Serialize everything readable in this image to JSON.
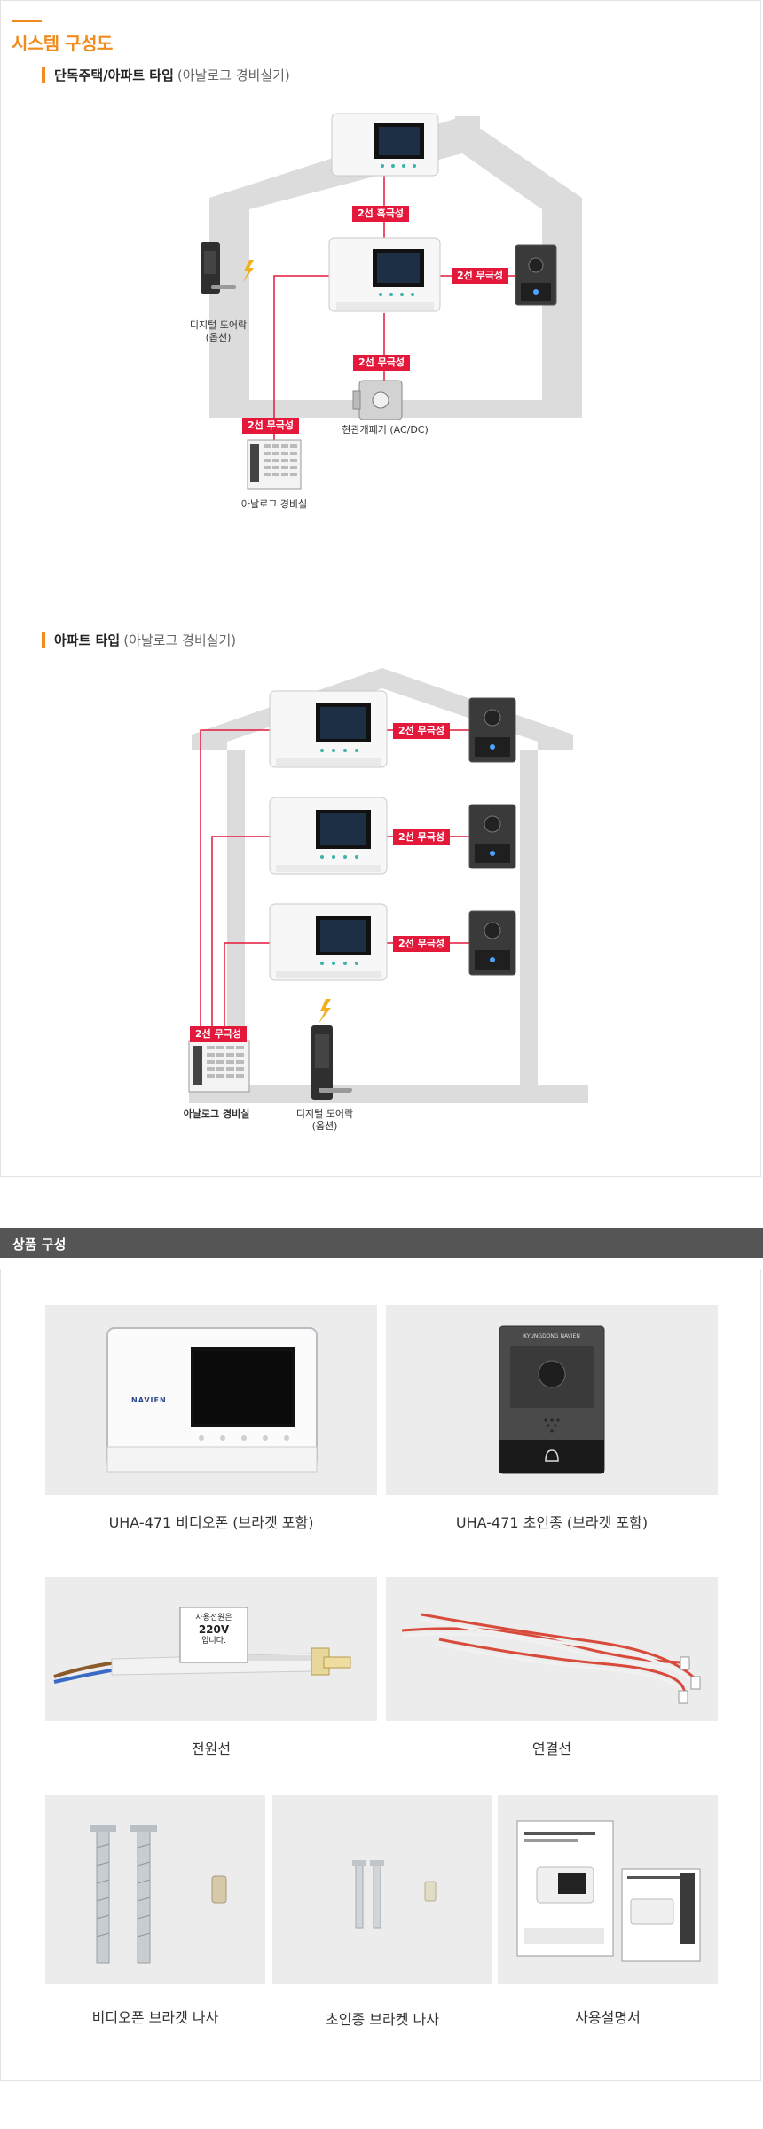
{
  "system": {
    "title": "시스템 구성도",
    "section1": {
      "heading": "단독주택/아파트 타입",
      "note": "(아날로그 경비실기)",
      "tags": {
        "two_wire_parallel": "2선 흑극성",
        "two_wire_nonpolar_a": "2선 무극성",
        "two_wire_nonpolar_b": "2선 무극성",
        "two_wire_nonpolar_c": "2선 무극성"
      },
      "labels": {
        "door_lock": "디지털 도어락",
        "door_lock_option": "(옵션)",
        "door_opener": "현관개폐기 (AC/DC)",
        "guard_room": "아날로그 경비실"
      }
    },
    "section2": {
      "heading": "아파트 타입",
      "note": "(아날로그 경비실기)",
      "tags": {
        "row1": "2선 무극성",
        "row2": "2선 무극성",
        "row3": "2선 무극성",
        "guard": "2선 무극성"
      },
      "labels": {
        "guard_room": "아날로그 경비실",
        "door_lock": "디지털 도어락",
        "door_lock_option": "(옵션)"
      }
    }
  },
  "products": {
    "title": "상품 구성",
    "items": [
      {
        "name": "UHA-471 비디오폰 (브라켓 포함)"
      },
      {
        "name": "UHA-471 초인종 (브라켓 포함)"
      },
      {
        "name": "전원선",
        "sticker_line1": "사용전원은",
        "sticker_line2": "220V",
        "sticker_line3": "입니다."
      },
      {
        "name": "연결선"
      },
      {
        "name": "비디오폰 브라켓 나사"
      },
      {
        "name": "초인종 브라켓 나사"
      },
      {
        "name": "사용설명서"
      }
    ],
    "videophone_brand": "NAVIEN",
    "doorbell_brand": "KYUNGDONG NAVIEN"
  },
  "colors": {
    "accent": "#f08c1e",
    "wire": "#e4183b",
    "house": "#dcdcdc",
    "section_bar": "#555555"
  }
}
